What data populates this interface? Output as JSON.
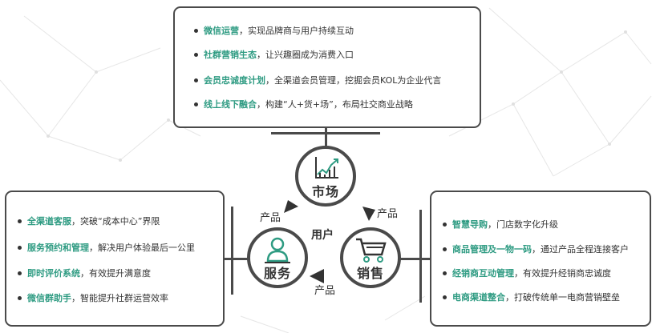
{
  "market": {
    "items": [
      {
        "title": "微信运营",
        "desc": "，实现品牌商与用户持续互动"
      },
      {
        "title": "社群营销生态",
        "desc": "，让兴趣圈成为消费入口"
      },
      {
        "title": "会员忠诚度计划",
        "desc": "，全渠道会员管理，挖掘会员KOL为企业代言"
      },
      {
        "title": "线上线下融合",
        "desc": "，构建“人+货+场”，布局社交商业战略"
      }
    ]
  },
  "service": {
    "items": [
      {
        "title": "全渠道客服",
        "desc": "，突破“成本中心”界限"
      },
      {
        "title": "服务预约和管理",
        "desc": "，解决用户体验最后一公里"
      },
      {
        "title": "即时评价系统",
        "desc": "，有效提升满意度"
      },
      {
        "title": "微信群助手",
        "desc": "，智能提升社群运营效率"
      }
    ]
  },
  "sales": {
    "items": [
      {
        "title": "智慧导购",
        "desc": "，门店数字化升级"
      },
      {
        "title": "商品管理及一物一码",
        "desc": "，通过产品全程连接客户"
      },
      {
        "title": "经销商互动管理",
        "desc": "，有效提升经销商忠诚度"
      },
      {
        "title": "电商渠道整合",
        "desc": "，打破传统单一电商营销壁垒"
      }
    ]
  },
  "nodes": {
    "market": "市场",
    "service": "服务",
    "sales": "销售",
    "center": "用户"
  },
  "flows": {
    "left": "产品",
    "right": "产品",
    "bottom": "产品"
  },
  "colors": {
    "highlight": "#2e9b82",
    "border": "#4a4a4a",
    "network": "#e3e3e3"
  },
  "icons": {
    "market": "line-chart-icon",
    "service": "person-icon",
    "sales": "shopping-cart-icon"
  }
}
